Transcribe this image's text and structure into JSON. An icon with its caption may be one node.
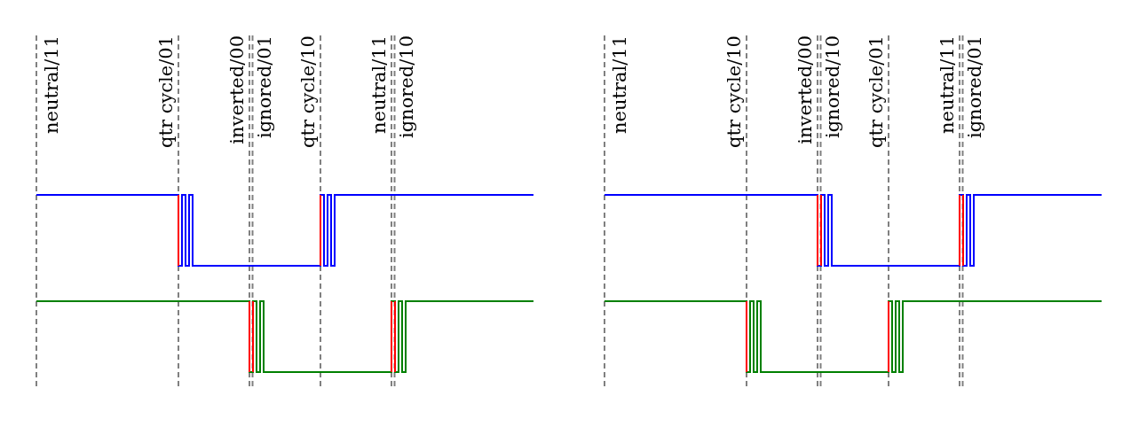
{
  "diagram": {
    "labels": [
      "neutral/11",
      "qtr cycle/01",
      "inverted/00",
      "ignored/01",
      "qtr cycle/10",
      "neutral/11",
      "ignored/10",
      "neutral/11",
      "qtr cycle/10",
      "inverted/00",
      "ignored/10",
      "qtr cycle/01",
      "neutral/11",
      "ignored/01"
    ]
  }
}
